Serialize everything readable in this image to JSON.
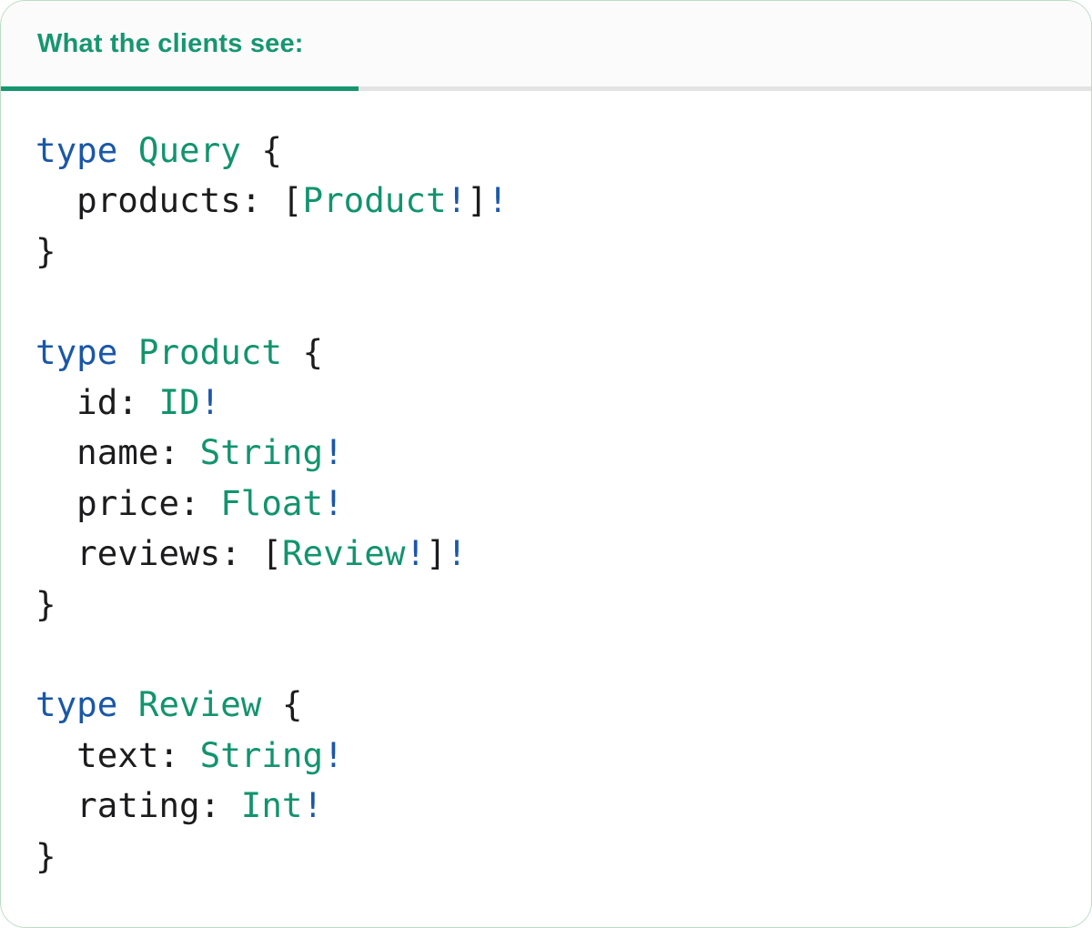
{
  "colors": {
    "teal": "#16966F",
    "code_teal": "#12946E",
    "blue": "#1A57A8",
    "dark": "#1C1C1E",
    "border": "#BCDCC4",
    "divider": "#E3E3E3",
    "header_bg": "#FBFBFB",
    "bg": "#FFFFFF"
  },
  "header": {
    "tab_label": "What the clients see:"
  },
  "code": {
    "language": "graphql-sdl",
    "lines": [
      [
        {
          "t": "type",
          "c": "keyword"
        },
        {
          "t": " ",
          "c": "plain"
        },
        {
          "t": "Query",
          "c": "typename"
        },
        {
          "t": " {",
          "c": "plain"
        }
      ],
      [
        {
          "t": "  products: [",
          "c": "plain"
        },
        {
          "t": "Product",
          "c": "typename"
        },
        {
          "t": "!",
          "c": "bang"
        },
        {
          "t": "]",
          "c": "plain"
        },
        {
          "t": "!",
          "c": "bang"
        }
      ],
      [
        {
          "t": "}",
          "c": "plain"
        }
      ],
      [],
      [
        {
          "t": "type",
          "c": "keyword"
        },
        {
          "t": " ",
          "c": "plain"
        },
        {
          "t": "Product",
          "c": "typename"
        },
        {
          "t": " {",
          "c": "plain"
        }
      ],
      [
        {
          "t": "  id: ",
          "c": "plain"
        },
        {
          "t": "ID",
          "c": "typename"
        },
        {
          "t": "!",
          "c": "bang"
        }
      ],
      [
        {
          "t": "  name: ",
          "c": "plain"
        },
        {
          "t": "String",
          "c": "typename"
        },
        {
          "t": "!",
          "c": "bang"
        }
      ],
      [
        {
          "t": "  price: ",
          "c": "plain"
        },
        {
          "t": "Float",
          "c": "typename"
        },
        {
          "t": "!",
          "c": "bang"
        }
      ],
      [
        {
          "t": "  reviews: [",
          "c": "plain"
        },
        {
          "t": "Review",
          "c": "typename"
        },
        {
          "t": "!",
          "c": "bang"
        },
        {
          "t": "]",
          "c": "plain"
        },
        {
          "t": "!",
          "c": "bang"
        }
      ],
      [
        {
          "t": "}",
          "c": "plain"
        }
      ],
      [],
      [
        {
          "t": "type",
          "c": "keyword"
        },
        {
          "t": " ",
          "c": "plain"
        },
        {
          "t": "Review",
          "c": "typename"
        },
        {
          "t": " {",
          "c": "plain"
        }
      ],
      [
        {
          "t": "  text: ",
          "c": "plain"
        },
        {
          "t": "String",
          "c": "typename"
        },
        {
          "t": "!",
          "c": "bang"
        }
      ],
      [
        {
          "t": "  rating: ",
          "c": "plain"
        },
        {
          "t": "Int",
          "c": "typename"
        },
        {
          "t": "!",
          "c": "bang"
        }
      ],
      [
        {
          "t": "}",
          "c": "plain"
        }
      ]
    ]
  }
}
